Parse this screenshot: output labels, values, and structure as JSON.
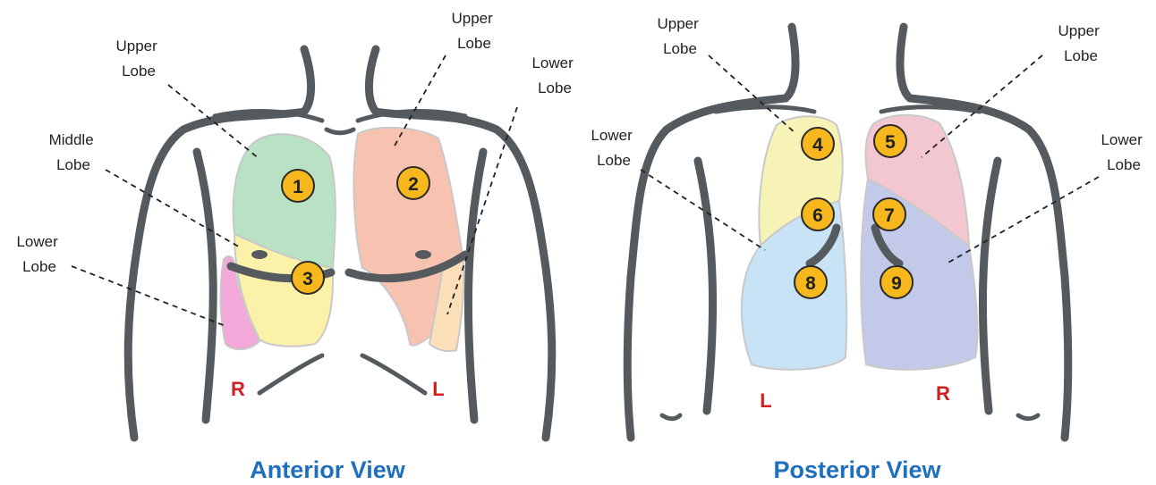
{
  "colors": {
    "side_label": "#d21f1f",
    "view_title": "#1f6fbf",
    "badge_fill": "#f6b81d"
  },
  "anterior": {
    "title": "Anterior View",
    "labels": {
      "upper_right": [
        "Upper",
        "Lobe"
      ],
      "middle": [
        "Middle",
        "Lobe"
      ],
      "lower_right": [
        "Lower",
        "Lobe"
      ],
      "upper_left": [
        "Upper",
        "Lobe"
      ],
      "lower_left": [
        "Lower",
        "Lobe"
      ]
    },
    "sides": {
      "right": "R",
      "left": "L"
    },
    "badges": [
      "1",
      "2",
      "3"
    ]
  },
  "posterior": {
    "title": "Posterior View",
    "labels": {
      "upper_left": [
        "Upper",
        "Lobe"
      ],
      "lower_left": [
        "Lower",
        "Lobe"
      ],
      "upper_right": [
        "Upper",
        "Lobe"
      ],
      "lower_right": [
        "Lower",
        "Lobe"
      ]
    },
    "sides": {
      "left": "L",
      "right": "R"
    },
    "badges": [
      "4",
      "5",
      "6",
      "7",
      "8",
      "9"
    ]
  }
}
